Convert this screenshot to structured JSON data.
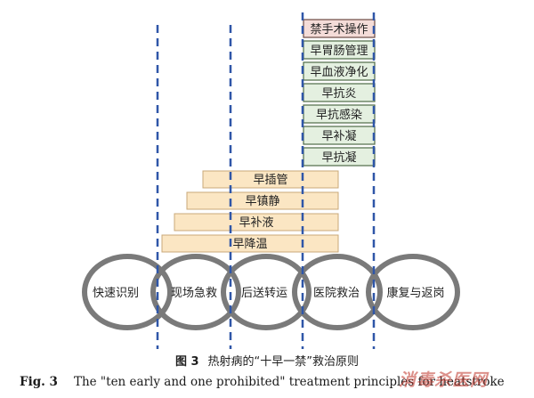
{
  "colors": {
    "dashed_line": "#2f56a8",
    "ring": "#7a7a7a",
    "early_bar_fill": "#fbe6c3",
    "early_bar_border": "#c9a878",
    "hospital_box_fill": "#e4f0e0",
    "hospital_box_border": "#4f6b48",
    "prohibit_box_fill": "#f4dcd8",
    "prohibit_box_border": "#6b4a44",
    "watermark": "#c0362c"
  },
  "hospital_measures": [
    {
      "label": "禁手术操作",
      "kind": "prohibit"
    },
    {
      "label": "早胃肠管理",
      "kind": "early"
    },
    {
      "label": "早血液净化",
      "kind": "early"
    },
    {
      "label": "早抗炎",
      "kind": "early"
    },
    {
      "label": "早抗感染",
      "kind": "early"
    },
    {
      "label": "早补凝",
      "kind": "early"
    },
    {
      "label": "早抗凝",
      "kind": "early"
    }
  ],
  "prehospital_measures": [
    {
      "label": "早插管"
    },
    {
      "label": "早镇静"
    },
    {
      "label": "早补液"
    },
    {
      "label": "早降温"
    }
  ],
  "stages": [
    {
      "label": "快速识别"
    },
    {
      "label": "现场急救"
    },
    {
      "label": "后送转运"
    },
    {
      "label": "医院救治"
    },
    {
      "label": "康复与返岗"
    }
  ],
  "caption": {
    "zh_figno": "图 3",
    "zh_text": "热射病的“十早一禁”救治原则",
    "en_figno": "Fig. 3",
    "en_text": "The \"ten early and one prohibited\" treatment principles for heatstroke"
  },
  "watermark": {
    "text": "消毒杀医网"
  }
}
